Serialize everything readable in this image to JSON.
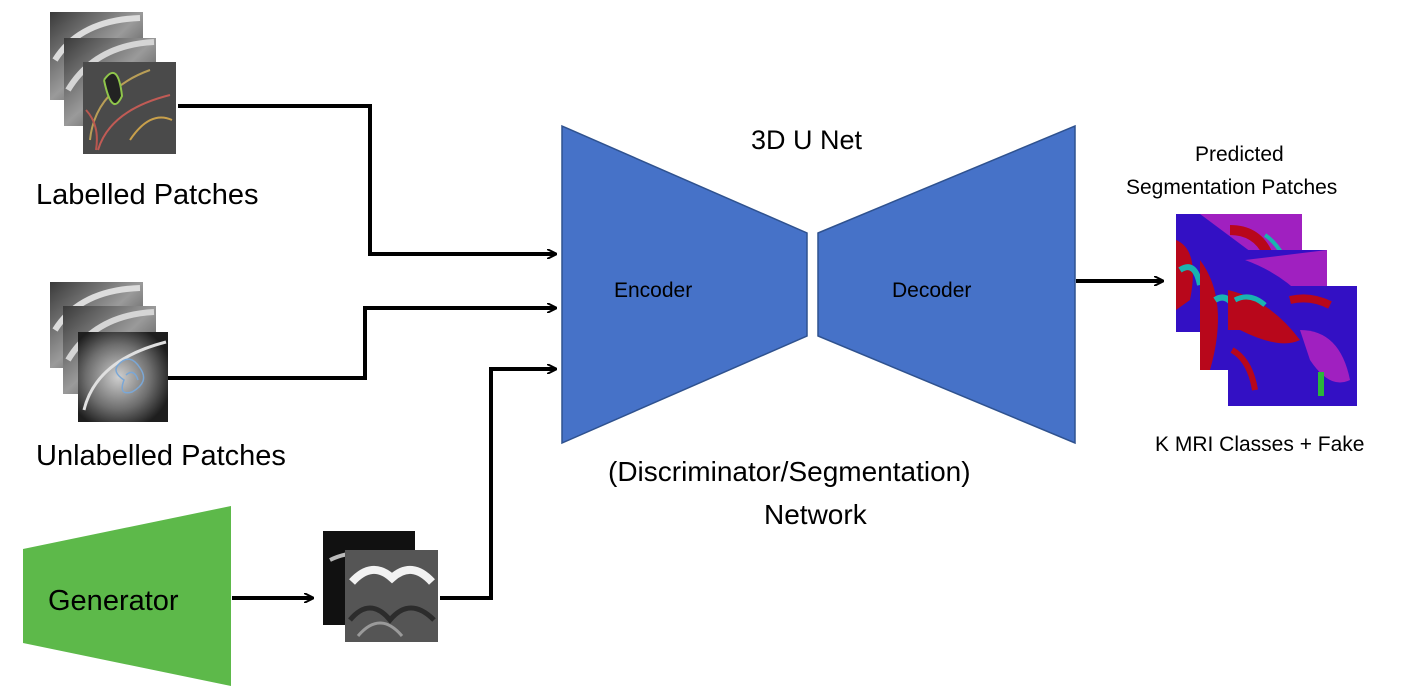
{
  "inputs": {
    "labelled_label": "Labelled Patches",
    "unlabelled_label": "Unlabelled Patches"
  },
  "generator": {
    "label": "Generator",
    "color": "#5db94a"
  },
  "network": {
    "title": "3D U Net",
    "encoder_label": "Encoder",
    "decoder_label": "Decoder",
    "caption_line1": "(Discriminator/Segmentation)",
    "caption_line2": "Network",
    "color": "#4672c8",
    "border_color": "#2f528f"
  },
  "output": {
    "title_line1": "Predicted",
    "title_line2": "Segmentation Patches",
    "classes_label": "K MRI Classes + Fake",
    "segment_colors": [
      "#3310c4",
      "#b8071b",
      "#19b3b0",
      "#a020c0",
      "#2bb53a"
    ]
  }
}
